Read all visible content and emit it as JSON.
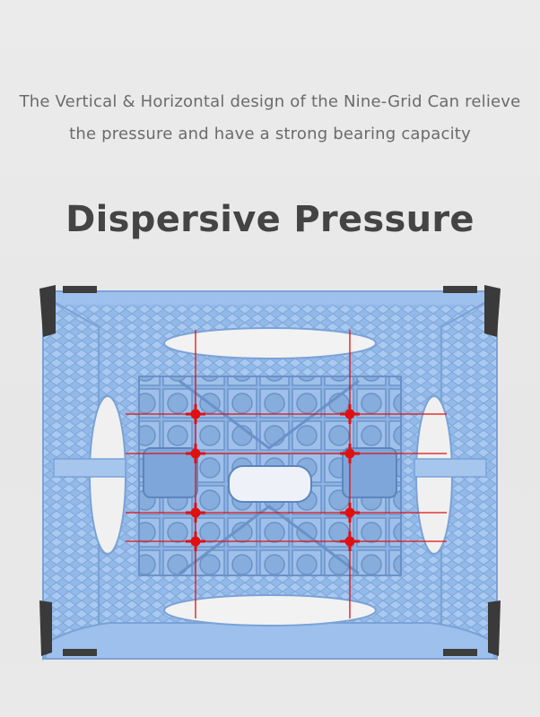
{
  "description": {
    "line1": "The Vertical & Horizontal design of the Nine-Grid Can  relieve",
    "line2": "the pressure and have a strong bearing capacity"
  },
  "headline": "Dispersive Pressure",
  "colors": {
    "background": "#e9e9e9",
    "stool_blue": "#8fb6e6",
    "stool_blue_dark": "#6f98cf",
    "marker_red": "#e01010",
    "rubber_feet": "#3a3a3a",
    "text_gray": "#6b6b6b",
    "headline_gray": "#444444"
  },
  "image": {
    "subject": "blue-folding-step-stool-underside",
    "overlay": "red-pressure-grid-lines"
  }
}
